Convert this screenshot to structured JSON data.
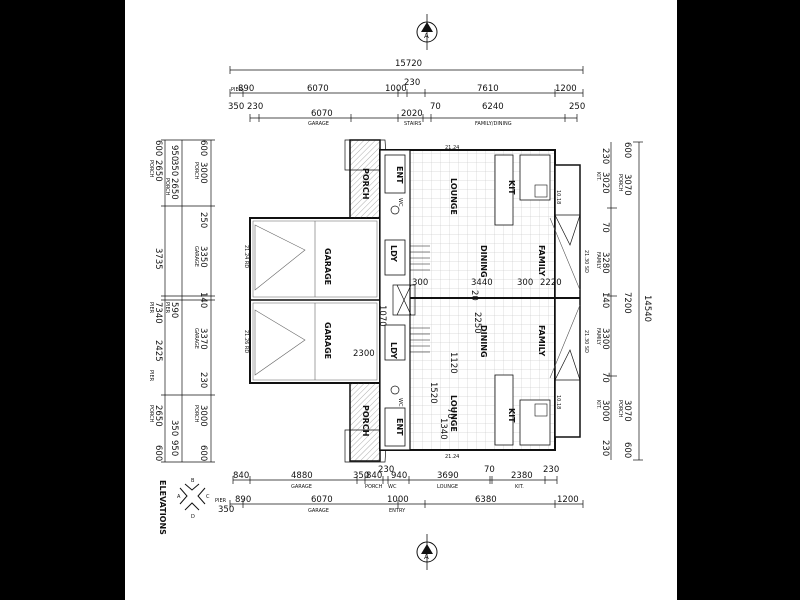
{
  "north_marker": {
    "letter": "A"
  },
  "top_dims": {
    "overall": "15720",
    "row1": [
      "890",
      "6070",
      "230",
      "1000",
      "7610",
      "1200"
    ],
    "row1_prefix": "PIER",
    "row2": [
      "350",
      "230",
      "6070",
      "2020",
      "70",
      "6240",
      "250"
    ],
    "row2_labels": [
      "GARAGE",
      "STAIRS",
      "FAMILY/DINING"
    ]
  },
  "bottom_dims": {
    "row1": [
      "840",
      "4880",
      "350",
      "840",
      "230",
      "940",
      "3690",
      "70",
      "2380",
      "230"
    ],
    "row1_labels": [
      "GARAGE",
      "PORCH",
      "WC",
      "LOUNGE",
      "KIT."
    ],
    "row2": [
      "890",
      "6070",
      "1000",
      "6380",
      "1200"
    ],
    "row2_prefix": "PIER",
    "row2_start": "350",
    "row2_labels": [
      "GARAGE",
      "ENTRY"
    ]
  },
  "left_dims": {
    "col_a": [
      "600",
      "2650",
      "PORCH",
      "3735",
      "7340",
      "PIER",
      "2425",
      "PIER",
      "2650",
      "PORCH",
      "600"
    ],
    "col_b": [
      "950",
      "350",
      "2650",
      "PORCH",
      "590",
      "PIER",
      "350",
      "950"
    ],
    "col_c": [
      "600",
      "3000",
      "PORCH",
      "250",
      "3350",
      "GARAGE",
      "140",
      "3370",
      "GARAGE",
      "230",
      "3000",
      "PORCH",
      "600"
    ]
  },
  "right_dims": {
    "overall": "14540",
    "col_a": [
      "230",
      "3020",
      "KIT.",
      "70",
      "3280",
      "FAMILY",
      "140",
      "3300",
      "FAMILY",
      "70",
      "3000",
      "KIT.",
      "230"
    ],
    "col_b": [
      "600",
      "3070",
      "PORCH",
      "7200",
      "3070",
      "PORCH",
      "600"
    ]
  },
  "rooms": {
    "garage_upper": "GARAGE",
    "garage_lower": "GARAGE",
    "porch_upper": "PORCH",
    "porch_lower": "PORCH",
    "ent_upper": "ENT",
    "ent_lower": "ENT",
    "lounge_upper": "LOUNGE",
    "lounge_lower": "LOUNGE",
    "dining_upper": "DINING",
    "dining_lower": "DINING",
    "family_upper": "FAMILY",
    "family_lower": "FAMILY",
    "kit_upper": "KIT",
    "kit_lower": "KIT",
    "ldy_upper": "LDY",
    "ldy_lower": "LDY",
    "wc_upper": "WC",
    "wc_lower": "WC"
  },
  "interior_dims": {
    "d1": "300",
    "d2": "3440",
    "d3": "300",
    "d4": "2220",
    "d5": "2250",
    "d6": "1120",
    "d7": "1520",
    "d8": "1340",
    "d9": "2300",
    "d10": "1070",
    "d11": "70",
    "d12": "20"
  },
  "levels": {
    "l1": "21.24",
    "l2": "21.24",
    "l3": "21.24 RD",
    "l4": "21.26 RD",
    "l5": "21.30 SD",
    "l6": "21.30 SD",
    "l7": "10.18",
    "l8": "10.18"
  },
  "elevations": {
    "label": "ELEVATIONS",
    "codes": [
      "A",
      "B",
      "C",
      "D"
    ]
  }
}
